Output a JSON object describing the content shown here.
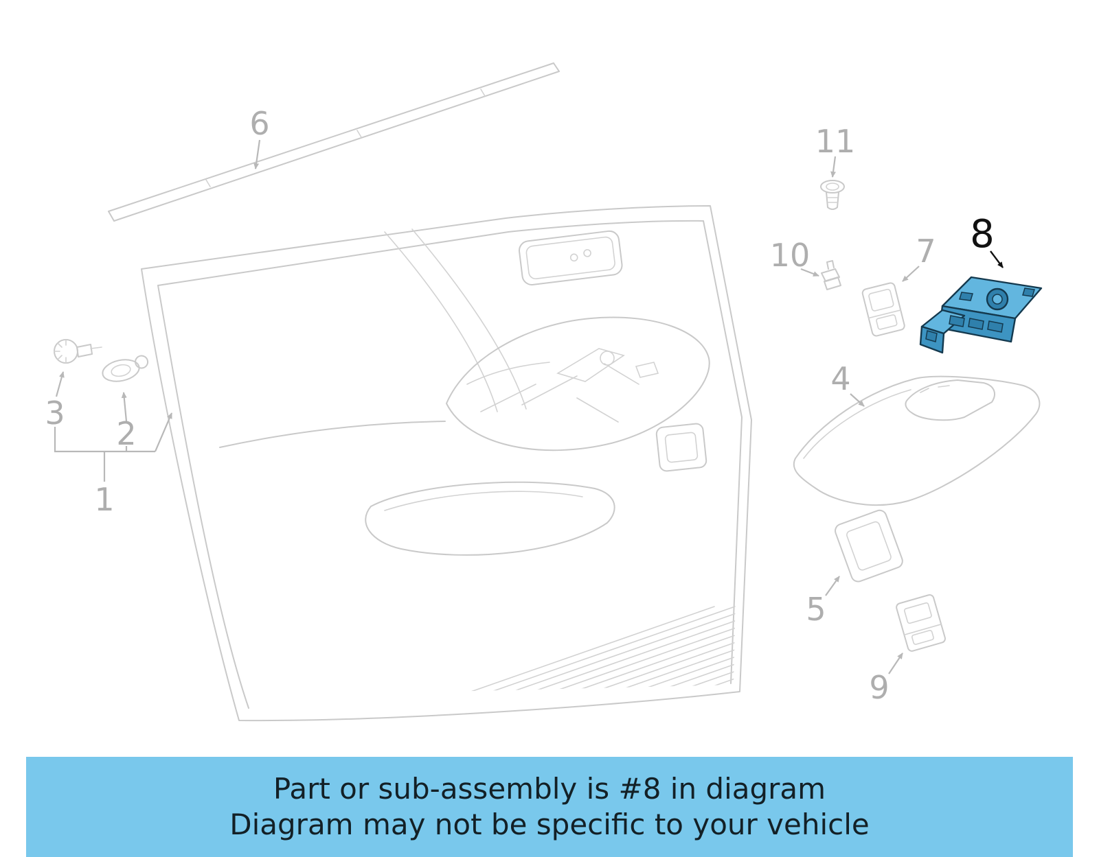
{
  "diagram": {
    "highlighted_part": "8",
    "parts": [
      {
        "label": "1"
      },
      {
        "label": "2"
      },
      {
        "label": "3"
      },
      {
        "label": "4"
      },
      {
        "label": "5"
      },
      {
        "label": "6"
      },
      {
        "label": "7"
      },
      {
        "label": "8"
      },
      {
        "label": "9"
      },
      {
        "label": "10"
      },
      {
        "label": "11"
      }
    ],
    "colors": {
      "line_gray": "#c9c9c9",
      "label_gray": "#aeaeae",
      "highlight_blue": "#4aa3d1",
      "highlight_outline": "#14394e"
    }
  },
  "banner": {
    "line1": "Part or sub-assembly is #8 in diagram",
    "line2": "Diagram may not be specific to your vehicle",
    "bg_color": "#79c8ec",
    "text_color": "#132026"
  }
}
